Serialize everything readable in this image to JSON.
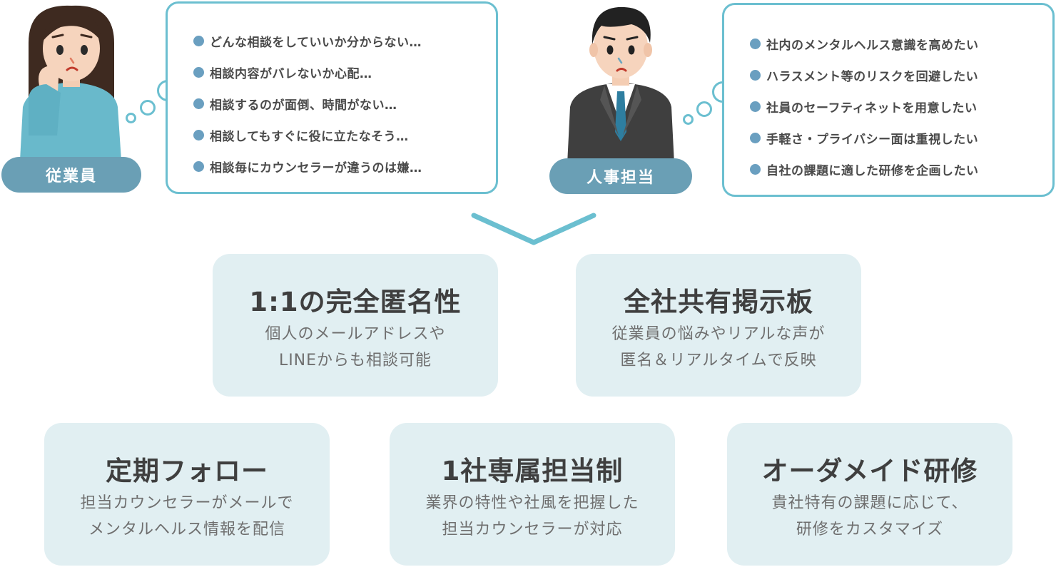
{
  "employee": {
    "role_label": "従業員",
    "concerns": [
      "どんな相談をしていいか分からない…",
      "相談内容がバレないか心配…",
      "相談するのが面倒、時間がない…",
      "相談してもすぐに役に立たなそう…",
      "相談毎にカウンセラーが違うのは嫌…"
    ]
  },
  "hr": {
    "role_label": "人事担当",
    "concerns": [
      "社内のメンタルヘルス意識を高めたい",
      "ハラスメント等のリスクを回避したい",
      "社員のセーフティネットを用意したい",
      "手軽さ・プライバシー面は重視したい",
      "自社の課題に適した研修を企画したい"
    ]
  },
  "features": [
    {
      "title": "1:1の完全匿名性",
      "desc": [
        "個人のメールアドレスや",
        "LINEからも相談可能"
      ]
    },
    {
      "title": "全社共有掲示板",
      "desc": [
        "従業員の悩みやリアルな声が",
        "匿名＆リアルタイムで反映"
      ]
    },
    {
      "title": "定期フォロー",
      "desc": [
        "担当カウンセラーがメールで",
        "メンタルヘルス情報を配信"
      ]
    },
    {
      "title": "1社専属担当制",
      "desc": [
        "業界の特性や社風を把握した",
        "担当カウンセラーが対応"
      ]
    },
    {
      "title": "オーダメイド研修",
      "desc": [
        "貴社特有の課題に応じて、",
        "研修をカスタマイズ"
      ]
    }
  ],
  "colors": {
    "bubble_border": "#6bbfd0",
    "dot": "#6a9fc0",
    "badge": "#6a9fb5",
    "card_bg": "#e1eff2",
    "chevron": "#6bbfd0"
  }
}
